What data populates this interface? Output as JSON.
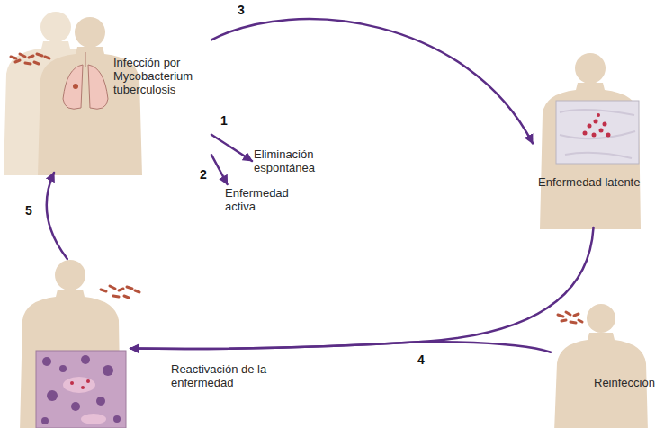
{
  "diagram": {
    "nodes": [
      {
        "text": [
          "Infección por Mycobacterium tuberculosis"
        ]
      },
      {
        "text": [
          "Eliminación espontánea"
        ]
      },
      {
        "text": [
          "Enfermedad activa"
        ]
      },
      {
        "text": [
          "Enfermedad latente"
        ]
      },
      {
        "text": [
          "Reactivación de la enfermedad"
        ]
      },
      {
        "text": [
          "Reinfección"
        ]
      }
    ],
    "edges": [
      {
        "from": 0,
        "to": 1,
        "label": "1",
        "arrow": "to"
      },
      {
        "from": 0,
        "to": 2,
        "label": "2",
        "arrow": "to"
      },
      {
        "from": 0,
        "to": 3,
        "label": "3",
        "arrow": "to"
      },
      {
        "from": 3,
        "to": 4,
        "label": "4",
        "arrow": "to"
      },
      {
        "from": 5,
        "to": 4,
        "arrow": "to"
      },
      {
        "from": 4,
        "to": 0,
        "label": "5",
        "arrow": "to"
      }
    ]
  }
}
